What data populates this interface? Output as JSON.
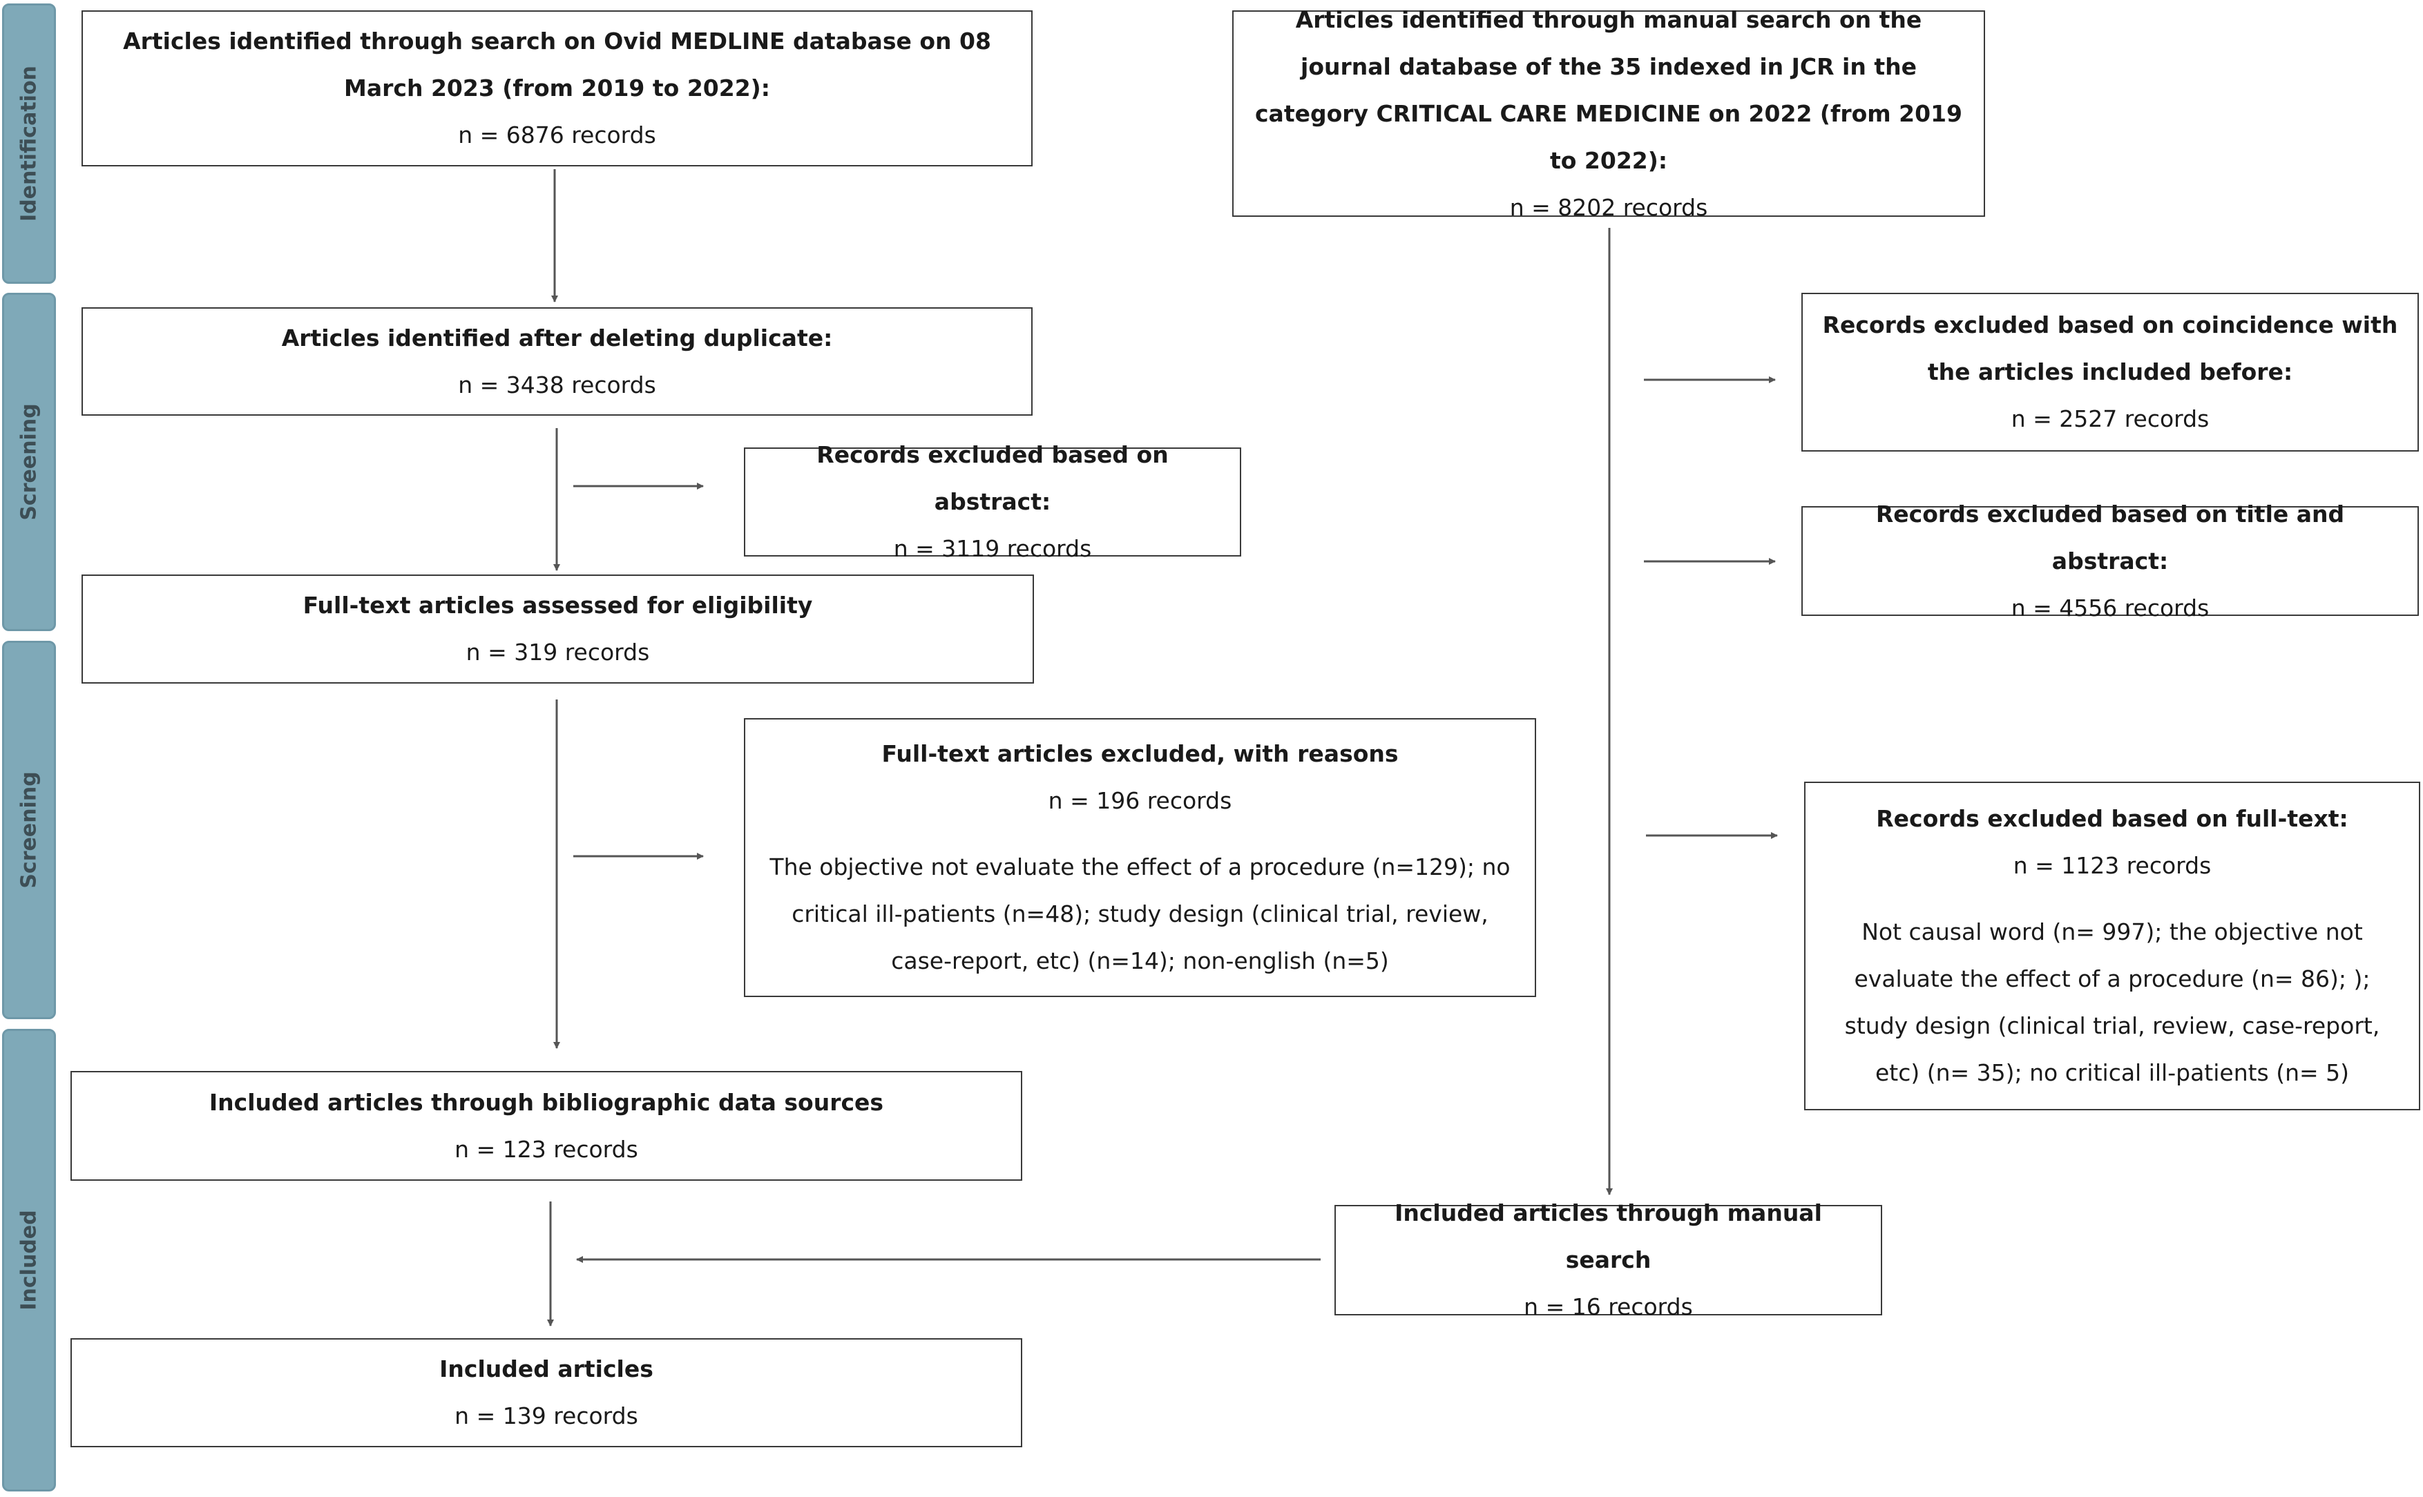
{
  "phases": {
    "identification": "Identification",
    "screening_1": "Screening",
    "screening_2": "Screening",
    "included": "Included"
  },
  "ovid": {
    "title": "Articles identified through search on Ovid MEDLINE database on 08 March 2023 (from 2019 to 2022):",
    "count": "n = 6876 records"
  },
  "manual": {
    "title": "Articles identified through manual search on the journal database of the 35 indexed in JCR in the category CRITICAL CARE MEDICINE on 2022 (from 2019 to 2022):",
    "count": "n = 8202 records"
  },
  "dedup": {
    "title": "Articles identified after deleting duplicate:",
    "count": "n = 3438 records"
  },
  "excl_abstract": {
    "title": "Records excluded based on abstract:",
    "count": "n = 3119 records"
  },
  "excl_coincidence": {
    "title": "Records excluded based on coincidence with the articles included before:",
    "count": "n = 2527 records"
  },
  "excl_title_abstract": {
    "title": "Records excluded based on title and abstract:",
    "count": "n = 4556 records"
  },
  "fulltext_assessed": {
    "title": "Full-text articles assessed for eligibility",
    "count": "n =  319 records"
  },
  "fulltext_excluded": {
    "title": "Full-text articles excluded, with reasons",
    "count": "n = 196 records",
    "reasons": "The objective not evaluate the effect of a procedure  (n=129); no critical ill-patients (n=48); study design (clinical trial, review, case-report,  etc) (n=14); non-english (n=5)"
  },
  "excl_fulltext_manual": {
    "title": "Records excluded based on full-text:",
    "count": "n = 1123 records",
    "reasons": "Not causal word (n= 997); the objective not evaluate the effect of a procedure  (n= 86); ); study design (clinical trial, review, case-report, etc) (n= 35); no critical ill-patients (n= 5)"
  },
  "included_biblio": {
    "title": "Included articles through bibliographic data sources",
    "count": "n = 123 records"
  },
  "included_manual": {
    "title": "Included articles through manual search",
    "count": "n = 16 records"
  },
  "included_total": {
    "title": "Included articles",
    "count": "n = 139 records"
  },
  "colors": {
    "phase_fill": "#7fa9b8",
    "phase_text": "#3d4e55",
    "border": "#3a3a3a",
    "arrow": "#555555"
  }
}
